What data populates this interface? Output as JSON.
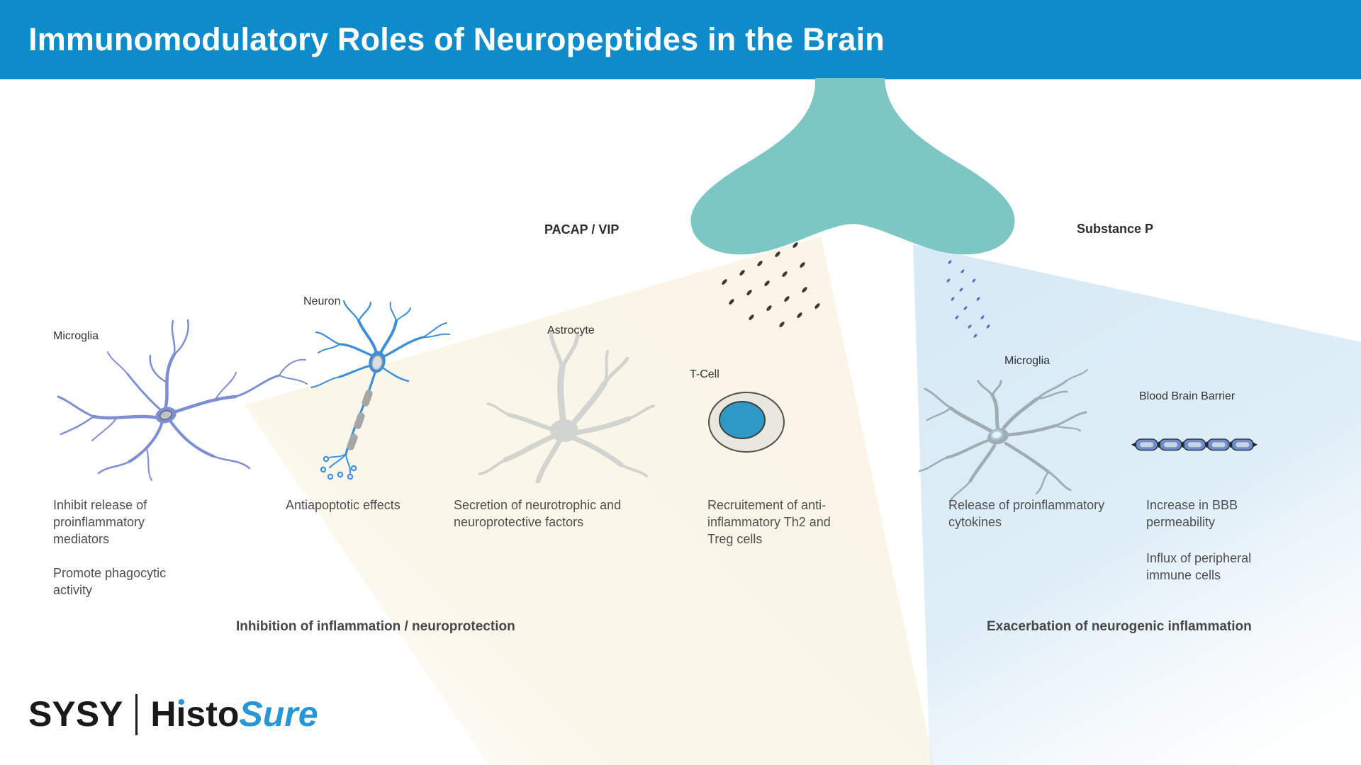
{
  "header": {
    "title": "Immunomodulatory Roles of Neuropeptides in the Brain",
    "bg_color": "#0e8bca",
    "text_color": "#ffffff"
  },
  "palette": {
    "synapse_teal": "#7cc6c4",
    "left_cone": "#faf5e6",
    "right_cone": "#d7eaf6",
    "left_molecule_dots": "#3a3a2f",
    "right_molecule_dots": "#4f74c0",
    "microglia_left": "#7e8ed2",
    "neuron_blue": "#3e8ed6",
    "astrocyte_gray": "#d2d4d2",
    "tcell_nucleus": "#2e99c6",
    "microglia_right": "#9fadb3",
    "bbb_capsule": "#6d8ed2",
    "body_text": "#4f4f4f"
  },
  "left_pathway": {
    "neuropeptide": "PACAP / VIP",
    "outcome": "Inhibition of inflammation / neuroprotection",
    "cells": [
      {
        "name": "Microglia",
        "effects": [
          "Inhibit release of proinflammatory mediators",
          "Promote phagocytic activity"
        ]
      },
      {
        "name": "Neuron",
        "effects": [
          "Antiapoptotic effects"
        ]
      },
      {
        "name": "Astrocyte",
        "effects": [
          "Secretion of neurotrophic and neuroprotective factors"
        ]
      },
      {
        "name": "T-Cell",
        "effects": [
          "Recruitement of anti-inflammatory Th2 and Treg cells"
        ]
      }
    ]
  },
  "right_pathway": {
    "neuropeptide": "Substance P",
    "outcome": "Exacerbation of neurogenic inflammation",
    "cells": [
      {
        "name": "Microglia",
        "effects": [
          "Release of proinflammatory cytokines"
        ]
      },
      {
        "name": "Blood Brain Barrier",
        "effects": [
          "Increase in BBB permeability",
          "Influx of peripheral immune cells"
        ]
      }
    ]
  },
  "logo": {
    "brand": "SYSY",
    "product_bold": "Histo",
    "product_accent": "Sure"
  }
}
